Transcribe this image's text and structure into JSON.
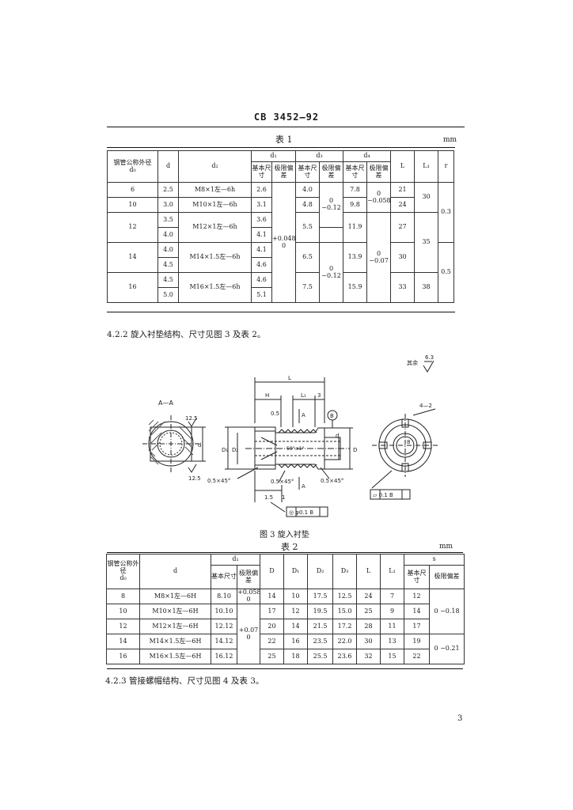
{
  "doc_number": "CB 3452—92",
  "table1": {
    "caption": "表 1",
    "unit": "mm",
    "h_pipe": "钢管公称外径",
    "h_pipe_sym": "d₀",
    "h_d": "d",
    "h_d1": "d₁",
    "h_d2": "d₂",
    "h_d3": "d₃",
    "h_d4": "d₄",
    "h_basic": "基本尺寸",
    "h_limdev": "极限偏差",
    "h_L": "L",
    "h_L1": "L₁",
    "h_r": "r",
    "rows": [
      {
        "pipe": "6",
        "d": "2.5",
        "d2": "M8×1左—6h",
        "d1": "2.6",
        "d3": "4.0",
        "d4": "7.8",
        "L": "21"
      },
      {
        "pipe": "10",
        "d": "3.0",
        "d2": "M10×1左—6h",
        "d1": "3.1",
        "d3": "4.8",
        "d4": "9.8",
        "L": "24"
      },
      {
        "pipe": "12a",
        "d": "3.5",
        "d2": "M12×1左—6h",
        "d1": "3.6",
        "d3": "5.5",
        "d4": "11.9",
        "L": "27"
      },
      {
        "pipe": "12b",
        "d": "4.0",
        "d1": "4.1"
      },
      {
        "pipe": "14a",
        "d": "4.0",
        "d2": "M14×1.5左—6h",
        "d1": "4.1",
        "d3": "6.5",
        "d4": "13.9",
        "L": "30"
      },
      {
        "pipe": "14b",
        "d": "4.5",
        "d1": "4.6"
      },
      {
        "pipe": "16a",
        "d": "4.5",
        "d2": "M16×1.5左—6h",
        "d1": "4.6",
        "d3": "7.5",
        "d4": "15.9",
        "L": "33"
      },
      {
        "pipe": "16b",
        "d": "5.0",
        "d1": "5.1"
      }
    ],
    "pipe_12": "12",
    "pipe_14": "14",
    "pipe_16": "16",
    "d1_dev": "+0.048 0",
    "d3_dev_a": "0 −0.12",
    "d3_dev_b": "0 −0.12",
    "d4_dev_a": "0 −0.058",
    "d4_dev_b": "0 −0.07",
    "L1_a": "30",
    "L1_b": "35",
    "L1_c": "38",
    "r_a": "0.3",
    "r_b": "0.5"
  },
  "section_4_2_2": "4.2.2  旋入衬垫结构、尺寸见图 3 及表 2。",
  "figure3": {
    "caption": "图 3  旋入衬垫",
    "surface_mark": "其余",
    "roughness_main": "6.3",
    "roughness_a": "12.5",
    "roughness_b": "12.5",
    "section_label": "A—A",
    "dim_L": "L",
    "dim_H": "H",
    "dim_L1": "L₁",
    "dim_3": "3",
    "dim_D1": "D₁",
    "dim_D2": "D₂",
    "dim_D": "D",
    "dim_d": "d",
    "dim_A_top": "A",
    "dim_A_bot": "A",
    "dim_B": "B",
    "chamfer_left": "0.5×45°",
    "chamfer_right": "0.5×45°",
    "chamfer_mid": "0.5×45°",
    "angle": "59°±1°",
    "dim_15": "1.5",
    "dim_1": "1",
    "dim_05": "0.5",
    "tol_coax": "◎ φ0.1 B",
    "tol_flat": "⏥ 0.1 B",
    "slot_count": "4—2",
    "dim_8": "8"
  },
  "table2": {
    "caption": "表 2",
    "unit": "mm",
    "h_pipe": "钢管公称外径",
    "h_pipe_sym": "d₀",
    "h_d1": "d₁",
    "h_d": "d",
    "h_basic": "基本尺寸",
    "h_limdev": "极限偏差",
    "h_D": "D",
    "h_D1": "D₁",
    "h_D2": "D₂",
    "h_D3": "D₃",
    "h_L": "L",
    "h_L1": "L₁",
    "h_s": "s",
    "rows": [
      {
        "pipe": "8",
        "d": "M8×1左—6H",
        "d1": "8.10",
        "D": "14",
        "D1": "10",
        "D2": "17.5",
        "D3": "12.5",
        "L": "24",
        "L1": "7",
        "s": "12"
      },
      {
        "pipe": "10",
        "d": "M10×1左—6H",
        "d1": "10.10",
        "D": "17",
        "D1": "12",
        "D2": "19.5",
        "D3": "15.0",
        "L": "25",
        "L1": "9",
        "s": "14"
      },
      {
        "pipe": "12",
        "d": "M12×1左—6H",
        "d1": "12.12",
        "D": "20",
        "D1": "14",
        "D2": "21.5",
        "D3": "17.2",
        "L": "28",
        "L1": "11",
        "s": "17"
      },
      {
        "pipe": "14",
        "d": "M14×1.5左—6H",
        "d1": "14.12",
        "D": "22",
        "D1": "16",
        "D2": "23.5",
        "D3": "22.0",
        "L": "30",
        "L1": "13",
        "s": "19"
      },
      {
        "pipe": "16",
        "d": "M16×1.5左—6H",
        "d1": "16.12",
        "D": "25",
        "D1": "18",
        "D2": "25.5",
        "D3": "23.6",
        "L": "32",
        "L1": "15",
        "s": "22"
      }
    ],
    "d1_dev_a": "+0.058 0",
    "d1_dev_b": "+0.07 0",
    "s_dev_a": "0 −0.18",
    "s_dev_b": "0 −0.21"
  },
  "section_4_2_3": "4.2.3  管接螺帽结构、尺寸见图 4 及表 3。",
  "page_number": "3"
}
